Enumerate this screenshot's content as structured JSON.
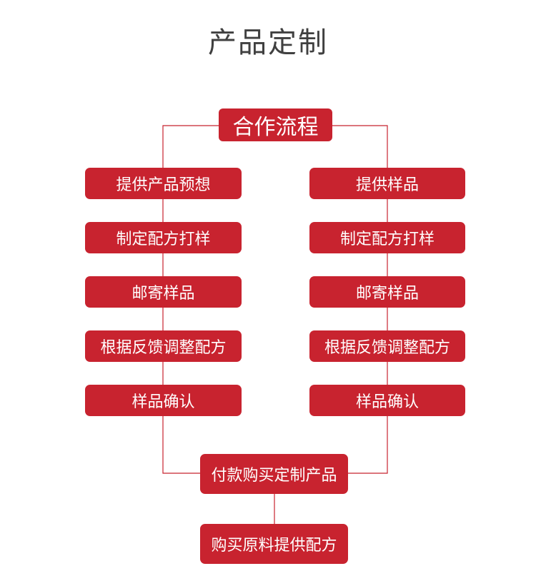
{
  "title": "产品定制",
  "flow": {
    "header": "合作流程",
    "left_steps": [
      "提供产品预想",
      "制定配方打样",
      "邮寄样品",
      "根据反馈调整配方",
      "样品确认"
    ],
    "right_steps": [
      "提供样品",
      "制定配方打样",
      "邮寄样品",
      "根据反馈调整配方",
      "样品确认"
    ],
    "merge_step": "付款购买定制产品",
    "final_step": "购买原料提供配方"
  },
  "colors": {
    "box_fill": "#c8232f",
    "box_text": "#ffffff",
    "connector": "#c8232f",
    "title_text": "#404040"
  }
}
